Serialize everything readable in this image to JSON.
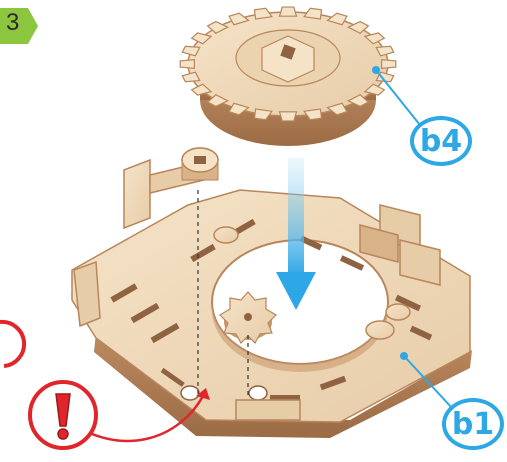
{
  "step": {
    "number": "3"
  },
  "labels": {
    "gear_top": "b4",
    "base": "b1"
  },
  "colors": {
    "accent": "#2ea7e6",
    "step_badge": "#8cc63f",
    "warning": "#e0262b",
    "wood_light": "#f1dcc0",
    "wood_mid": "#e3c39c",
    "wood_dark": "#b8865a",
    "wood_shadow": "#8f6342"
  },
  "icons": {
    "warning": "exclamation-icon",
    "assembly_arrow": "arrow-down-icon"
  }
}
